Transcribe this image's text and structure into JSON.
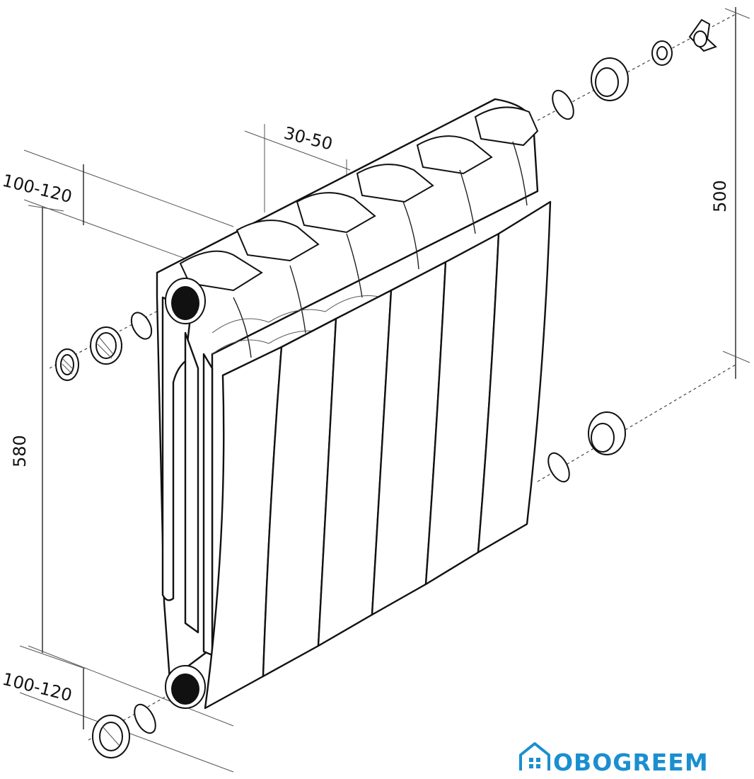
{
  "dimensions": {
    "axis_spacing_top": "100-120",
    "axis_spacing_bottom": "100-120",
    "wall_distance": "30-50",
    "height_total": "580",
    "center_distance": "500"
  },
  "logo": {
    "text": "OBOGREEM",
    "color": "#1a8fd0",
    "icon": "house-icon"
  },
  "colors": {
    "line": "#111111",
    "background": "#ffffff"
  }
}
